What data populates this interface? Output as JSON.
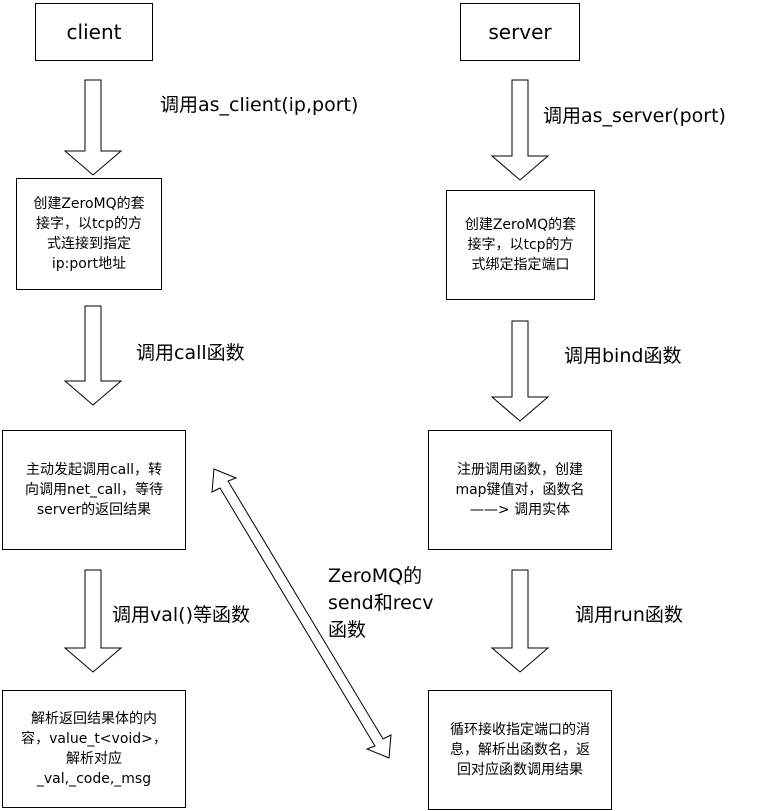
{
  "client": {
    "title": "client",
    "label_as_client": "调用as_client(ip,port)",
    "box_socket": "创建ZeroMQ的套\n接字，以tcp的方\n式连接到指定\nip:port地址",
    "label_call": "调用call函数",
    "box_call": "主动发起调用call，转\n向调用net_call，等待\nserver的返回结果",
    "label_val": "调用val()等函数",
    "box_parse": "解析返回结果体的内\n容，value_t<void>，\n解析对应\n_val,_code,_msg"
  },
  "server": {
    "title": "server",
    "label_as_server": "调用as_server(port)",
    "box_socket": "创建ZeroMQ的套\n接字，以tcp的方\n式绑定指定端口",
    "label_bind": "调用bind函数",
    "box_register": "注册调用函数，创建\nmap键值对，函数名\n——> 调用实体",
    "label_run": "调用run函数",
    "box_loop": "循环接收指定端口的消\n息，解析出函数名，返\n回对应函数调用结果"
  },
  "link": {
    "label": "ZeroMQ的\nsend和recv\n函数"
  }
}
